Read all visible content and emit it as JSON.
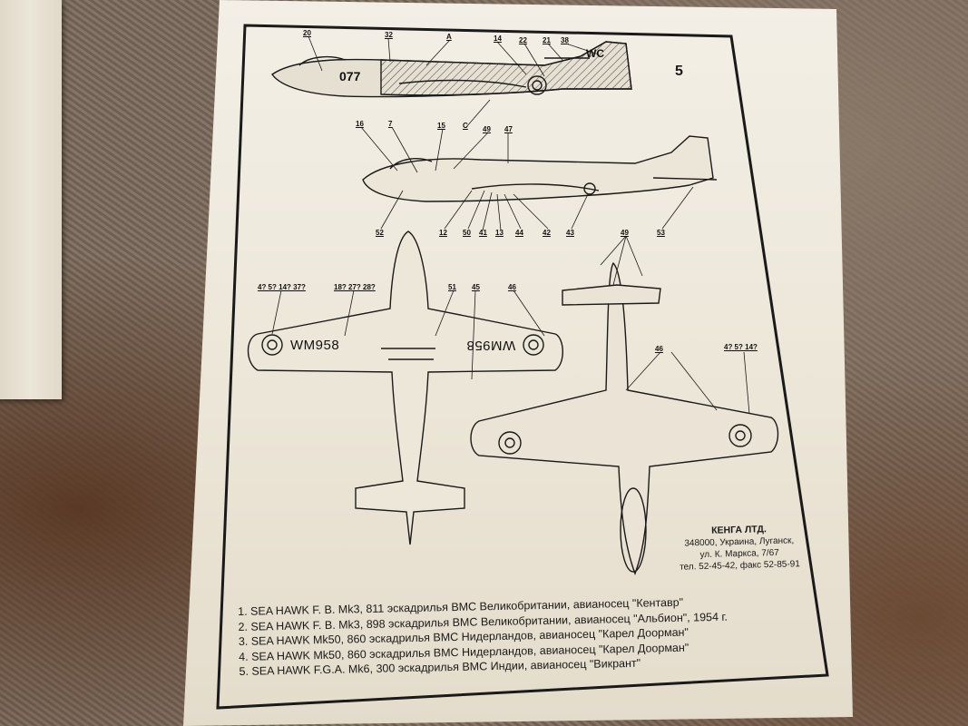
{
  "sheet": {
    "page_number": "5",
    "company": {
      "name": "КЕНГА ЛТД.",
      "address_line1": "348000, Украина, Луганск,",
      "address_line2": "ул. К. Маркса, 7/67",
      "phone": "тел. 52-45-42, факс 52-85-91"
    },
    "legend": [
      "1. SEA HAWK F. B. Mk3, 811 эскадрилья ВМС Великобритании, авианосец \"Кентавр\"",
      "2. SEA HAWK F. B. Mk3, 898 эскадрилья ВМС Великобритании, авианосец \"Альбион\", 1954 г.",
      "3. SEA HAWK Mk50, 860 эскадрилья ВМС Нидерландов, авианосец \"Карел Доорман\"",
      "4. SEA HAWK Mk50, 860 эскадрилья ВМС Нидерландов, авианосец \"Карел Доорман\"",
      "5. SEA HAWK F.G.A. Mk6, 300 эскадрилья ВМС Индии, авианосец \"Викрант\""
    ]
  },
  "markers": {
    "top_profile": [
      "20",
      "32",
      "A",
      "14",
      "22",
      "21",
      "38",
      "C"
    ],
    "mid_profile_top": [
      "16",
      "7",
      "15",
      "49",
      "47"
    ],
    "mid_profile_bottom": [
      "52",
      "12",
      "50",
      "41",
      "13",
      "44",
      "42",
      "43",
      "53"
    ],
    "plan_left": [
      "4? 5? 14? 37?",
      "18? 27? 28?",
      "51",
      "45",
      "46"
    ],
    "plan_right": [
      "49",
      "46",
      "4? 5? 14?"
    ]
  },
  "aircraft_markings": {
    "fuselage_code": "077",
    "tail_code": "WC",
    "wing_serial_left": "WM958",
    "wing_serial_right": "WM958"
  }
}
